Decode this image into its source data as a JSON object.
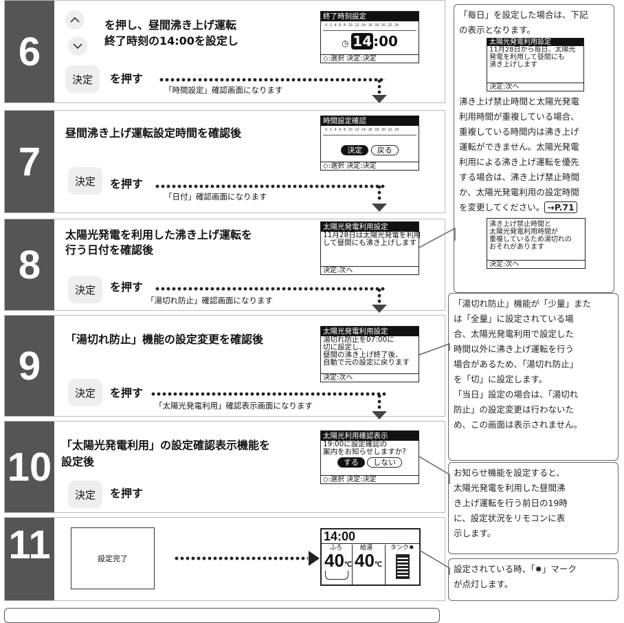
{
  "steps": {
    "s6": {
      "num": "6",
      "line1": "を押し、昼間沸き上げ運転",
      "line2": "終了時刻の14:00を設定し",
      "btn": "決定",
      "press": "を押す",
      "sub": "「時間設定」確認画面になります"
    },
    "s7": {
      "num": "7",
      "line1": "昼間沸き上げ運転設定時間を確認後",
      "btn": "決定",
      "press": "を押す",
      "sub": "「日付」確認画面になります"
    },
    "s8": {
      "num": "8",
      "line1": "太陽光発電を利用した沸き上げ運転を",
      "line2": "行う日付を確認後",
      "btn": "決定",
      "press": "を押す",
      "sub": "「湯切れ防止」確認画面になります"
    },
    "s9": {
      "num": "9",
      "line1": "「湯切れ防止」機能の設定変更を確認後",
      "btn": "決定",
      "press": "を押す",
      "sub": "「太陽光発電利用」確認表示画面になります"
    },
    "s10": {
      "num": "10",
      "line1": "「太陽光発電利用」の設定確認表示機能を",
      "line2": "設定後",
      "btn": "決定",
      "press": "を押す"
    },
    "s11": {
      "num": "11",
      "box": "設定完了"
    }
  },
  "icons": {
    "up": "chevron-up-icon",
    "down": "chevron-down-icon",
    "sun": "sun-icon",
    "clock": "clock-icon",
    "tank": "tank-icon"
  },
  "screens": {
    "sc6": {
      "title": "終了時刻設定",
      "scale": "0 · 2 · 4 · 6 · 8 · 10 · 12 · 14 · 16 · 18 · 20 · 22 · 24",
      "hour": "14",
      "min": ":00",
      "foot": "◇:選択 決定:決定"
    },
    "sc7": {
      "title": "時間設定確認",
      "scale": "0 · 2 · 4 · 6 · 8 · 10 · 12 · 14 · 16 · 18 · 20 · 22 · 24",
      "ok": "決定",
      "back": "戻る",
      "foot": "◇:選択 決定:決定"
    },
    "sc8": {
      "title": "太陽光発電利用設定",
      "l1": "11月28日は太陽光発電を利用",
      "l2": "して昼間にも沸き上げします",
      "foot": "決定:次へ"
    },
    "sc9": {
      "title": "太陽光発電利用設定",
      "l1": "湯切れ防止を07:00に",
      "l2": "切に設定し、",
      "l3": "昼間の沸き上げ終了後、",
      "l4": "自動で元の設定に戻ります",
      "foot": "決定:次へ"
    },
    "sc10": {
      "title": "太陽光利用確認表示",
      "l1": "19:00に設定確認の",
      "l2": "案内をお知らせしますか?",
      "yes": "する",
      "no": "しない",
      "foot": "◇:選択 決定:決定"
    },
    "sc11": {
      "time": "14:00",
      "furo": "ふろ",
      "kyuto": "給湯",
      "tank": "タンク",
      "t1": "40",
      "t2": "40",
      "unit": "℃"
    }
  },
  "notes": {
    "n1": {
      "a1": "「毎日」を設定した場合は、下記",
      "a2": "の表示となります。",
      "mini_title": "太陽光発電利用設定",
      "mini_l1": "11月28日から毎日、太陽光",
      "mini_l2": "発電を利用して昼間にも",
      "mini_l3": "沸き上げします",
      "mini_foot": "決定:次へ",
      "b1": "沸き上げ禁止時間と太陽光発電",
      "b2": "利用時間が重複している場合、",
      "b3": "重複している時間内は沸き上げ",
      "b4": "運転ができません。太陽光発電",
      "b5": "利用による沸き上げ運転を優先",
      "b6": "する場合は、沸き上げ禁止時間",
      "b7": "か、太陽光発電利用の設定時間",
      "b8": "を変更してください。",
      "ref": "→P.71",
      "mini2_l1": "沸き上げ禁止時間と",
      "mini2_l2": "太陽光発電利用時間が",
      "mini2_l3": "重複しているため湯切れの",
      "mini2_l4": "おそれがあります",
      "mini2_foot": "決定:次へ"
    },
    "n2": {
      "l1": "「湯切れ防止」機能が「少量」また",
      "l2": "は「全量」に設定されている場",
      "l3": "合、太陽光発電利用で設定した",
      "l4": "時間以外に沸き上げ運転を行う",
      "l5": "場合があるため、「湯切れ防止」",
      "l6": "を「切」に設定します。",
      "l7": "「当日」設定の場合は、「湯切れ",
      "l8": "防止」の設定変更は行わないた",
      "l9": "め、この画面は表示されません。"
    },
    "n3": {
      "l1": "お知らせ機能を設定すると、",
      "l2": "太陽光発電を利用した昼間沸",
      "l3": "き上げ運転を行う前日の19時",
      "l4": "に、設定状況をリモコンに表",
      "l5": "示します。"
    },
    "n4": {
      "a": "設定されている時、「",
      "b": "」マーク",
      "c": "が点灯します。"
    }
  }
}
